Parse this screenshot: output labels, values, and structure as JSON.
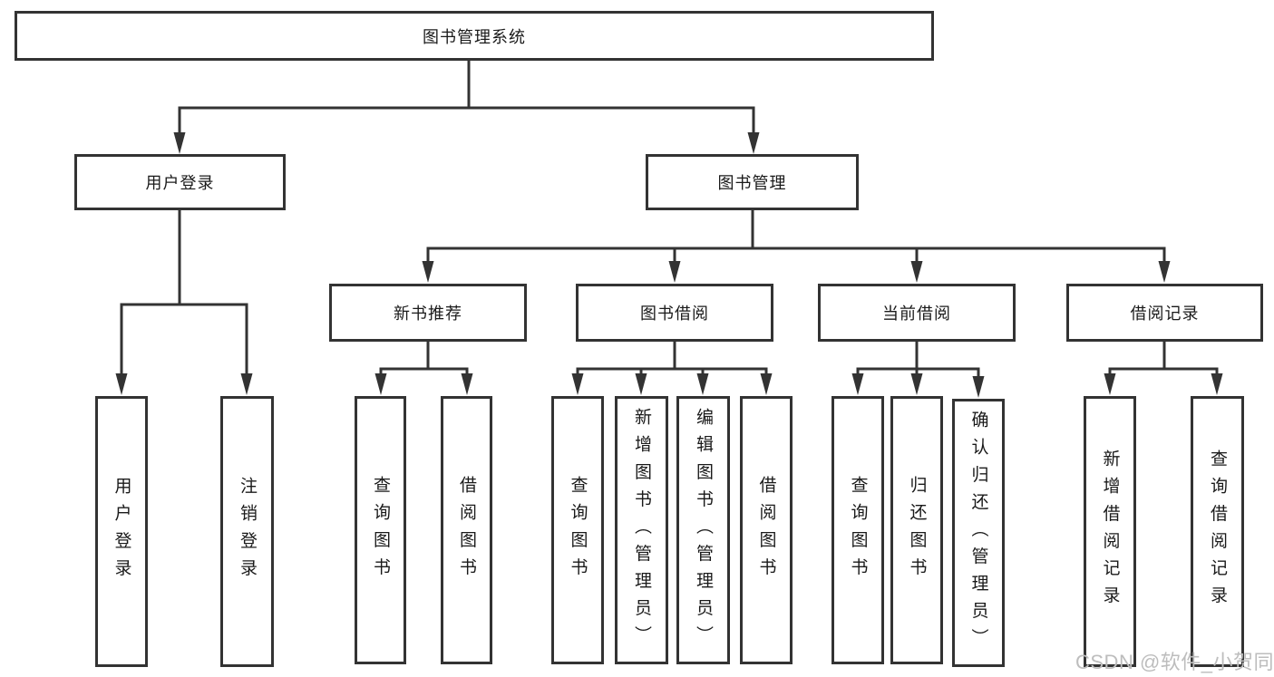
{
  "diagram": {
    "title": "图书管理系统",
    "branches": {
      "user_login": {
        "label": "用户登录",
        "children": [
          {
            "label": "用户登录"
          },
          {
            "label": "注销登录"
          }
        ]
      },
      "book_mgmt": {
        "label": "图书管理",
        "children": [
          {
            "label": "新书推荐",
            "children": [
              {
                "label": "查询图书"
              },
              {
                "label": "借阅图书"
              }
            ]
          },
          {
            "label": "图书借阅",
            "children": [
              {
                "label": "查询图书"
              },
              {
                "label": "新增图书（管理员）"
              },
              {
                "label": "编辑图书（管理员）"
              },
              {
                "label": "借阅图书"
              }
            ]
          },
          {
            "label": "当前借阅",
            "children": [
              {
                "label": "查询图书"
              },
              {
                "label": "归还图书"
              },
              {
                "label": "确认归还（管理员）"
              }
            ]
          },
          {
            "label": "借阅记录",
            "children": [
              {
                "label": "新增借阅记录"
              },
              {
                "label": "查询借阅记录"
              }
            ]
          }
        ]
      }
    },
    "watermark": "CSDN @软件_小贺同学",
    "colors": {
      "line": "#333333",
      "text": "#1a1a1a",
      "background": "#ffffff",
      "watermark": "#bdbdbd"
    }
  }
}
